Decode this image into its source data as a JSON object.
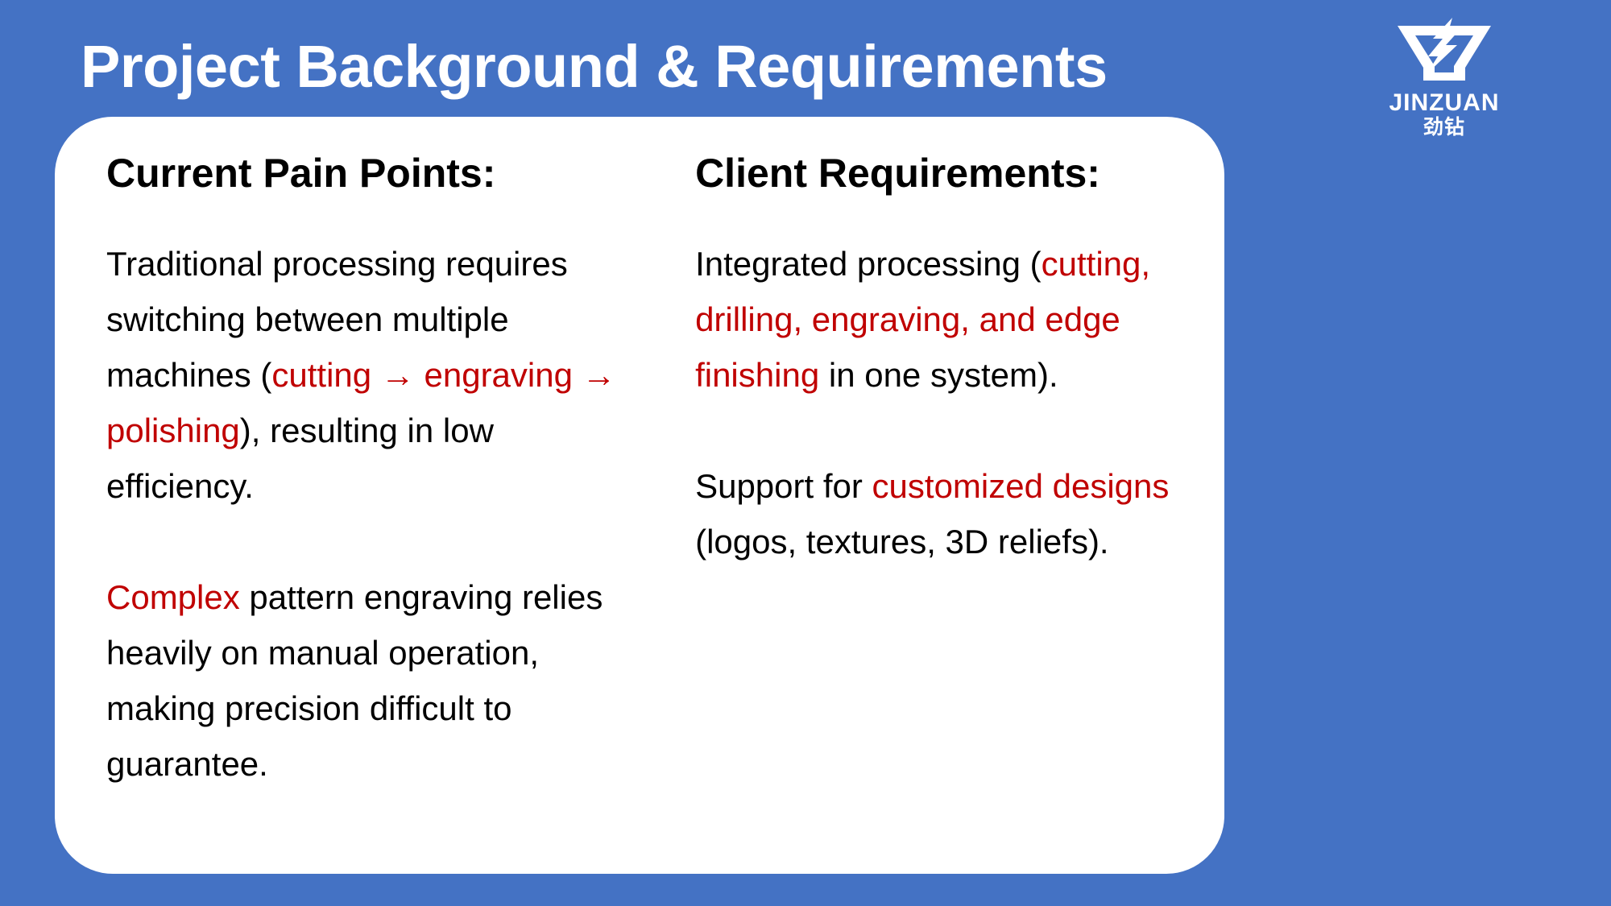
{
  "slide": {
    "title": "Project Background & Requirements",
    "background_color": "#4472C4",
    "card_color": "#FFFFFF",
    "highlight_color": "#C00000",
    "text_color": "#000000"
  },
  "logo": {
    "mark_name": "jinzuan-chevron-drill-logo",
    "wordmark": "JINZUAN",
    "chinese_name": "劲钻"
  },
  "columns": [
    {
      "heading": "Current Pain Points:",
      "paragraphs": [
        {
          "runs": [
            {
              "text": "Traditional processing requires switching between multiple machines (",
              "highlight": false
            },
            {
              "text": "cutting → engraving → polishing",
              "highlight": true
            },
            {
              "text": "), resulting in low efficiency.",
              "highlight": false
            }
          ]
        },
        {
          "runs": [
            {
              "text": "Complex",
              "highlight": true
            },
            {
              "text": " pattern engraving relies heavily on manual operation, making precision difficult to guarantee.",
              "highlight": false
            }
          ]
        }
      ]
    },
    {
      "heading": "Client Requirements:",
      "paragraphs": [
        {
          "runs": [
            {
              "text": "Integrated processing (",
              "highlight": false
            },
            {
              "text": "cutting, drilling, engraving, and edge finishing",
              "highlight": true
            },
            {
              "text": " in one system).",
              "highlight": false
            }
          ]
        },
        {
          "runs": [
            {
              "text": "Support for ",
              "highlight": false
            },
            {
              "text": "customized designs",
              "highlight": true
            },
            {
              "text": " (logos, textures, 3D reliefs).",
              "highlight": false
            }
          ]
        }
      ]
    }
  ]
}
